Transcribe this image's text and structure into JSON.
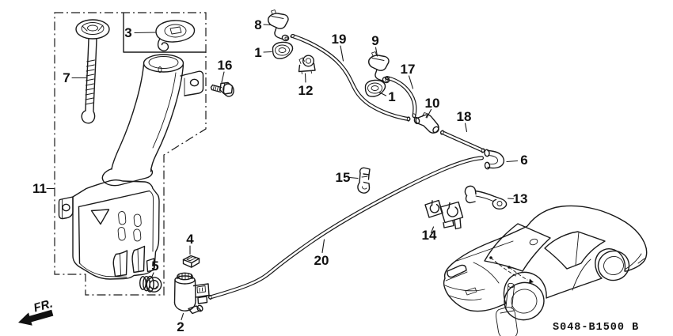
{
  "colors": {
    "line": "#1a1a1a",
    "background": "#ffffff"
  },
  "diagram": {
    "code": "S048-B1500 B",
    "fr_label": "FR.",
    "callouts": [
      {
        "text": "3"
      },
      {
        "text": "7"
      },
      {
        "text": "16"
      },
      {
        "text": "8"
      },
      {
        "text": "1"
      },
      {
        "text": "12"
      },
      {
        "text": "19"
      },
      {
        "text": "9"
      },
      {
        "text": "17"
      },
      {
        "text": "1"
      },
      {
        "text": "10"
      },
      {
        "text": "18"
      },
      {
        "text": "6"
      },
      {
        "text": "11"
      },
      {
        "text": "15"
      },
      {
        "text": "14"
      },
      {
        "text": "13"
      },
      {
        "text": "4"
      },
      {
        "text": "5"
      },
      {
        "text": "2"
      },
      {
        "text": "20"
      }
    ]
  }
}
